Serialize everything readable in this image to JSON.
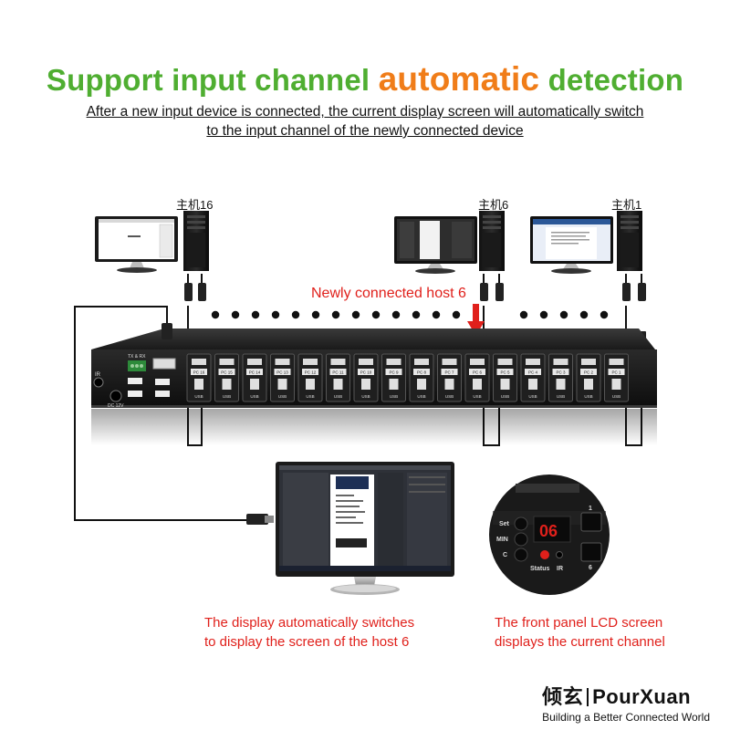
{
  "headline": {
    "part1": "Support input channel",
    "part2": "automatic",
    "part3": "detection",
    "green": "#4fae31",
    "orange": "#f07d19"
  },
  "subline": {
    "line1": "After a new input device is connected, the current display screen will automatically switch",
    "line2": "to the input channel of the newly connected device"
  },
  "hosts": [
    {
      "label": "主机16"
    },
    {
      "label": "主机6"
    },
    {
      "label": "主机1"
    }
  ],
  "callout_newly_connected": "Newly connected host 6",
  "caption_display": {
    "line1": "The display automatically switches",
    "line2": "to display the screen of the host 6"
  },
  "caption_lcd": {
    "line1": "The front panel LCD screen",
    "line2": "displays the current channel"
  },
  "lcd_panel": {
    "digits": "06",
    "set": "Set",
    "min": "MIN",
    "c": "C",
    "status": "Status",
    "ir": "IR",
    "key_top": "1",
    "key_bottom": "6"
  },
  "kvm_front": {
    "ports": [
      {
        "pc": "PC 16",
        "usb": "USB"
      },
      {
        "pc": "PC 15",
        "usb": "USB"
      },
      {
        "pc": "PC 14",
        "usb": "USB"
      },
      {
        "pc": "PC 13",
        "usb": "USB"
      },
      {
        "pc": "PC 12",
        "usb": "USB"
      },
      {
        "pc": "PC 11",
        "usb": "USB"
      },
      {
        "pc": "PC 10",
        "usb": "USB"
      },
      {
        "pc": "PC 9",
        "usb": "USB"
      },
      {
        "pc": "PC 8",
        "usb": "USB"
      },
      {
        "pc": "PC 7",
        "usb": "USB"
      },
      {
        "pc": "PC 6",
        "usb": "USB"
      },
      {
        "pc": "PC 5",
        "usb": "USB"
      },
      {
        "pc": "PC 4",
        "usb": "USB"
      },
      {
        "pc": "PC 3",
        "usb": "USB"
      },
      {
        "pc": "PC 2",
        "usb": "USB"
      },
      {
        "pc": "PC 1",
        "usb": "USB"
      }
    ],
    "ir_label": "IR",
    "dc_label": "DC 12V",
    "tx_label": "TX & RX"
  },
  "brand": {
    "logo_cn": "倾玄",
    "logo_en": "PourXuan",
    "tagline": "Building a Better Connected World"
  },
  "colors": {
    "red": "#e0201b",
    "device_dark": "#1c1c1c",
    "cable": "#111111"
  }
}
